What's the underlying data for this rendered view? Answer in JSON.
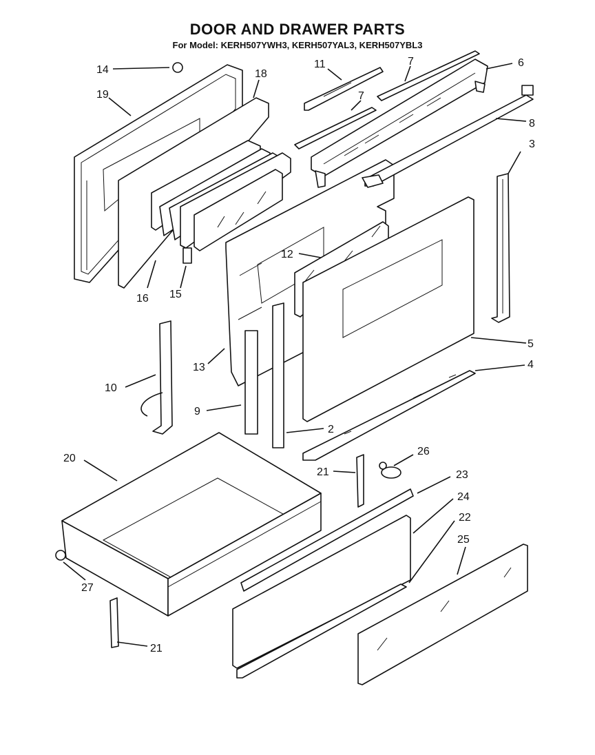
{
  "header": {
    "title": "DOOR AND DRAWER PARTS",
    "subtitle": "For Model: KERH507YWH3, KERH507YAL3, KERH507YBL3"
  },
  "callouts": {
    "c14": "14",
    "c19": "19",
    "c18": "18",
    "c11": "11",
    "c7a": "7",
    "c6": "6",
    "c7b": "7",
    "c8": "8",
    "c3": "3",
    "c12": "12",
    "c16": "16",
    "c15": "15",
    "c5": "5",
    "c4": "4",
    "c13": "13",
    "c10": "10",
    "c9": "9",
    "c2": "2",
    "c20": "20",
    "c26": "26",
    "c21a": "21",
    "c23": "23",
    "c24": "24",
    "c22": "22",
    "c25": "25",
    "c27": "27",
    "c21b": "21"
  }
}
